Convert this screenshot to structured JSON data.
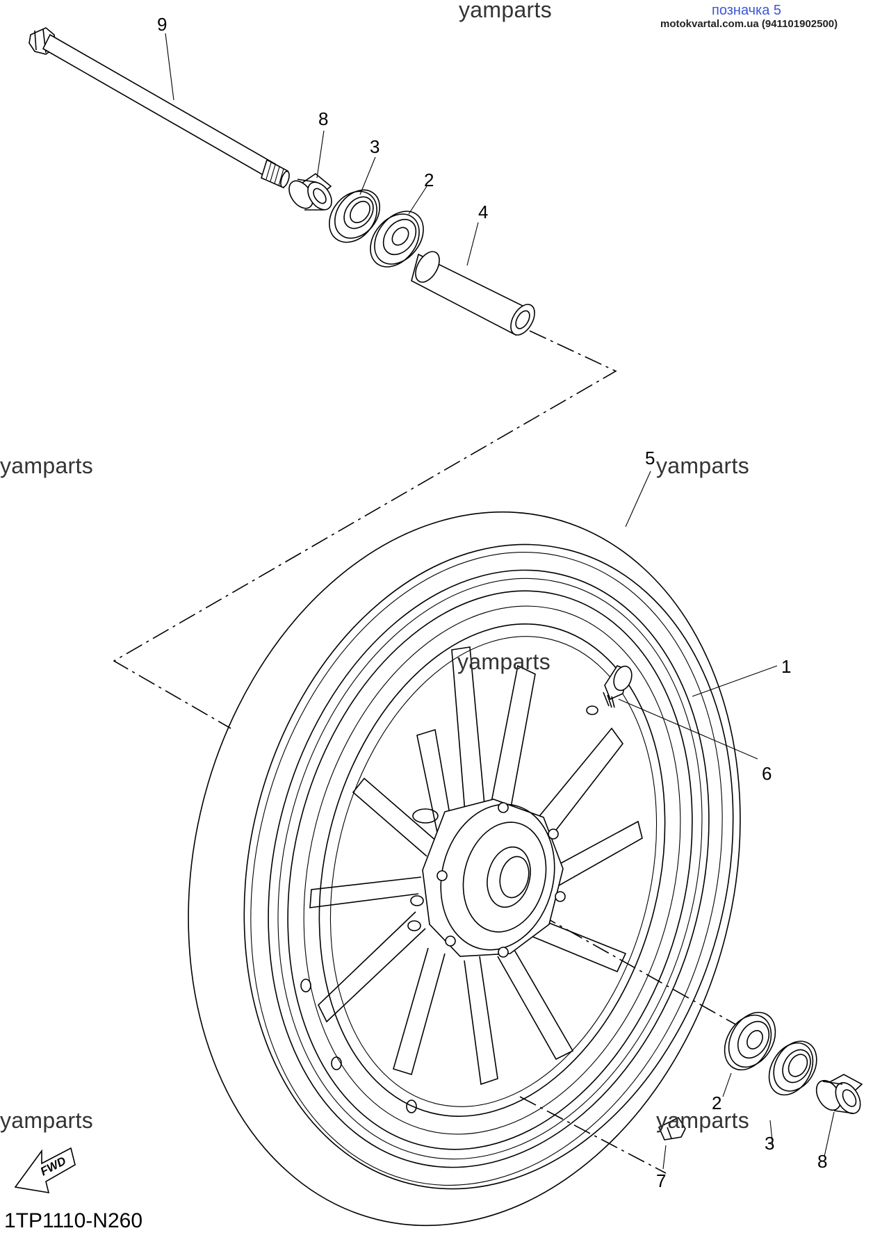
{
  "watermarks": [
    "yamparts",
    "yamparts",
    "yamparts",
    "yamparts",
    "yamparts",
    "yamparts"
  ],
  "header": {
    "title": "позначка 5",
    "subtitle": "motokvartal.com.ua (941101902500)"
  },
  "callouts": [
    "9",
    "8",
    "3",
    "2",
    "4",
    "5",
    "1",
    "6",
    "2",
    "3",
    "8",
    "7"
  ],
  "drawing_code": "1TP1110-N260",
  "fwd_label": "FWD",
  "colors": {
    "header_title": "#3a55d6",
    "lines": "#000000"
  }
}
